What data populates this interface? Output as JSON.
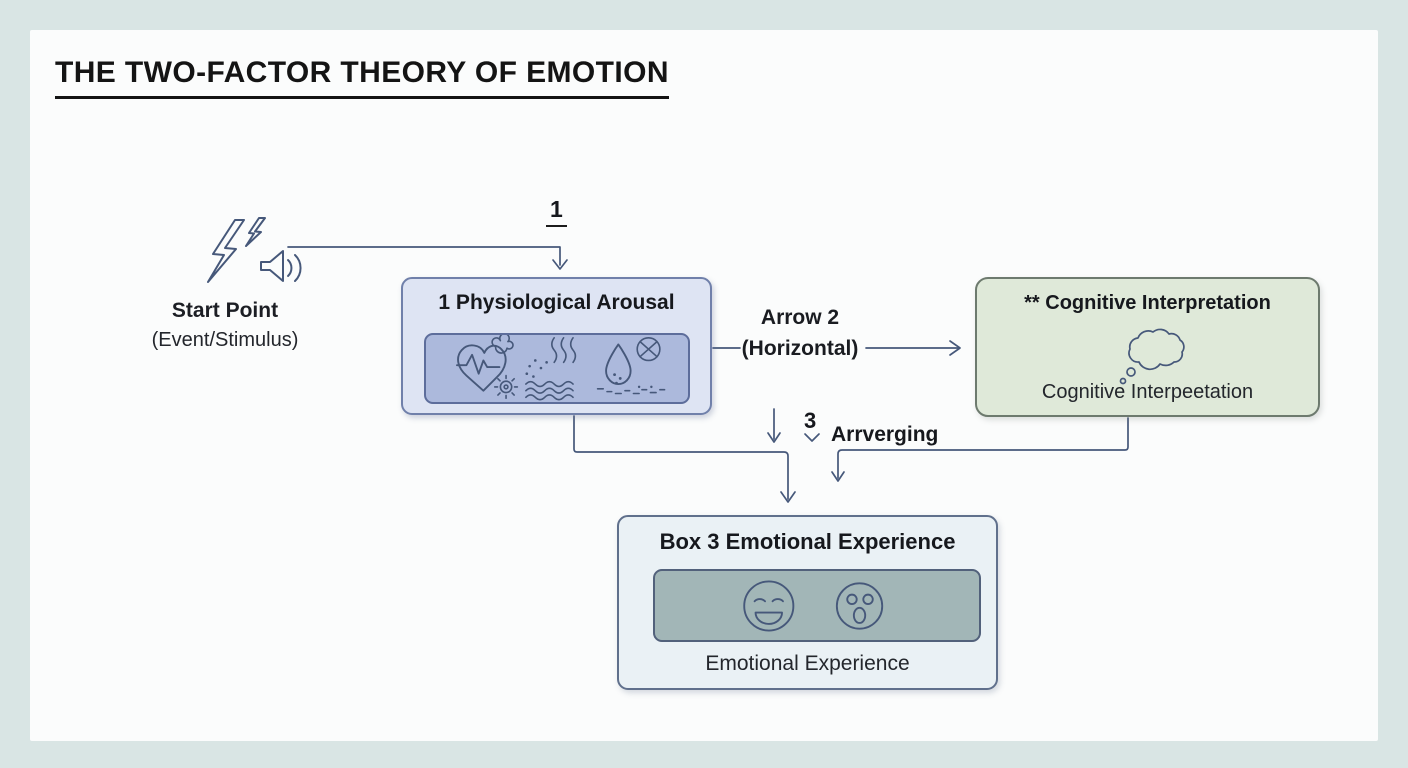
{
  "title": "THE TWO-FACTOR THEORY OF EMOTION",
  "start_point": {
    "icon": "lightning-speaker-icon",
    "label": "Start Point",
    "sublabel": "(Event/Stimulus)"
  },
  "arrow1": {
    "label": "1"
  },
  "arousal_box": {
    "title": "1 Physiological Arousal",
    "icons": [
      "heart-ecg-gear-icon",
      "sweat-heat-waves-icon",
      "water-drop-crossed-circle-icon"
    ]
  },
  "arrow2": {
    "line1": "Arrow 2",
    "line2": "(Horizontal)"
  },
  "cognitive_box": {
    "title": "** Cognitive Interpretation",
    "icon": "thought-cloud-icon",
    "caption": "Cognitive Interpeetation"
  },
  "arrow3": {
    "number": "3",
    "label": "Arrverging"
  },
  "emotion_box": {
    "title": "Box 3 Emotional Experience",
    "icons": [
      "happy-face-icon",
      "surprised-face-icon"
    ],
    "caption": "Emotional Experience"
  },
  "colors": {
    "frame": "#d9e5e4",
    "canvas": "#fbfcfc",
    "connector": "#46587a",
    "arousal_fill": "#dee4f3",
    "arousal_border": "#7080aa",
    "arousal_inner_fill": "#acb9dc",
    "cognitive_fill": "#dfe9d9",
    "cognitive_border": "#6d7a6e",
    "emotion_fill": "#eaf1f5",
    "emotion_border": "#60708c",
    "emotion_inner_fill": "#a2b6b7"
  }
}
